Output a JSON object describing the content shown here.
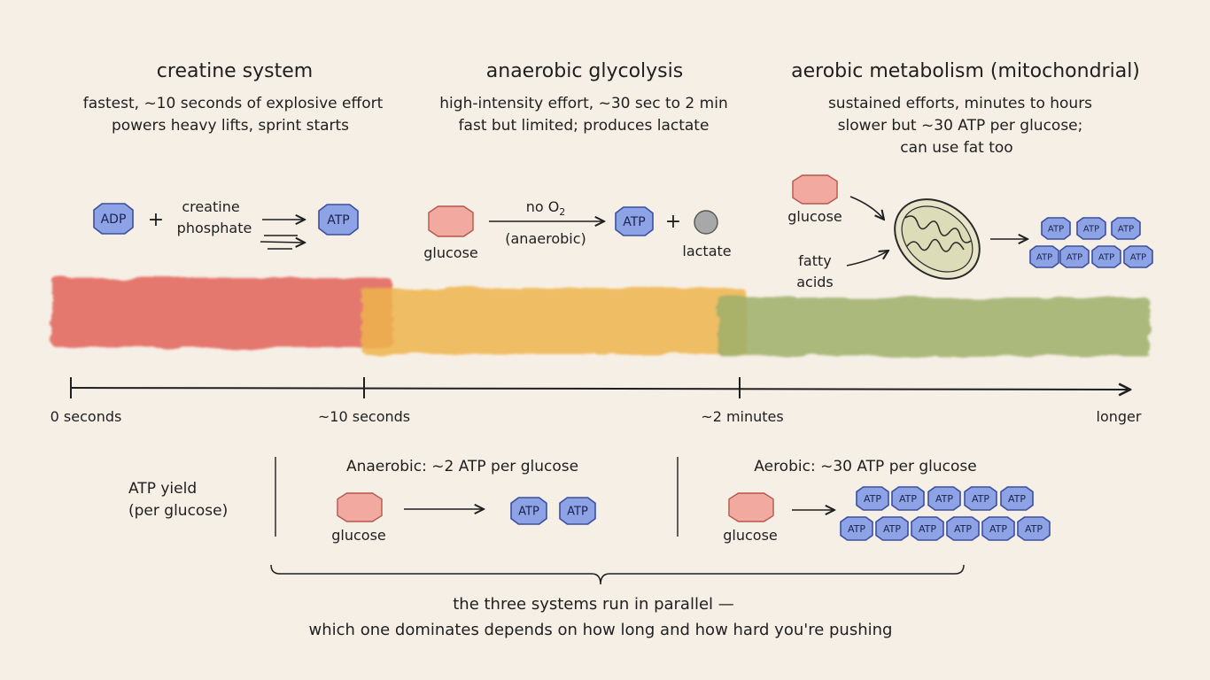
{
  "sections": {
    "creatine": {
      "title": "creatine system",
      "line1": "fastest, ~10 seconds of explosive effort",
      "line2": "powers heavy lifts, sprint starts"
    },
    "glycolysis": {
      "title": "anaerobic glycolysis",
      "line1": "high-intensity effort, ~30 sec to 2 min",
      "line2": "fast but limited; produces lactate"
    },
    "aerobic": {
      "title": "aerobic metabolism (mitochondrial)",
      "line1": "sustained efforts, minutes to hours",
      "line2": "slower but ~30 ATP per glucose;",
      "line3": "can use fat too"
    }
  },
  "reactions": {
    "creatine": {
      "adp": "ADP",
      "plus": "+",
      "reactant_line1": "creatine",
      "reactant_line2": "phosphate",
      "product": "ATP"
    },
    "glycolysis": {
      "substrate": "glucose",
      "condition_prefix": "no O",
      "condition_sub": "2",
      "condition_note": "(anaerobic)",
      "product": "ATP",
      "plus": "+",
      "byproduct": "lactate"
    },
    "aerobic": {
      "substrate1": "glucose",
      "substrate2_line1": "fatty",
      "substrate2_line2": "acids",
      "product": "ATP"
    }
  },
  "timeline": {
    "ticks": [
      "0 seconds",
      "~10 seconds",
      "~2 minutes",
      "longer"
    ],
    "band_colors": [
      "#e2635a",
      "#eeb54d",
      "#9db06a"
    ]
  },
  "yield": {
    "label_line1": "ATP yield",
    "label_line2": "(per glucose)",
    "anaerobic": {
      "title": "Anaerobic:  ~2 ATP per glucose",
      "substrate": "glucose",
      "product": "ATP",
      "count": 2
    },
    "aerobic": {
      "title": "Aerobic:  ~30 ATP per glucose",
      "substrate": "glucose",
      "product": "ATP",
      "count": 11
    }
  },
  "footer": {
    "line1": "the three systems run in parallel —",
    "line2": "which one dominates depends on how long and how hard you're pushing"
  },
  "colors": {
    "atp_fill": "#8ea3e6",
    "atp_stroke": "#3c4f9e",
    "glucose_fill": "#f2aaa0",
    "glucose_stroke": "#b5574d",
    "lactate_fill": "#a8a8a8",
    "mito_fill": "#dcdcb8",
    "ink": "#1f1f1f"
  }
}
